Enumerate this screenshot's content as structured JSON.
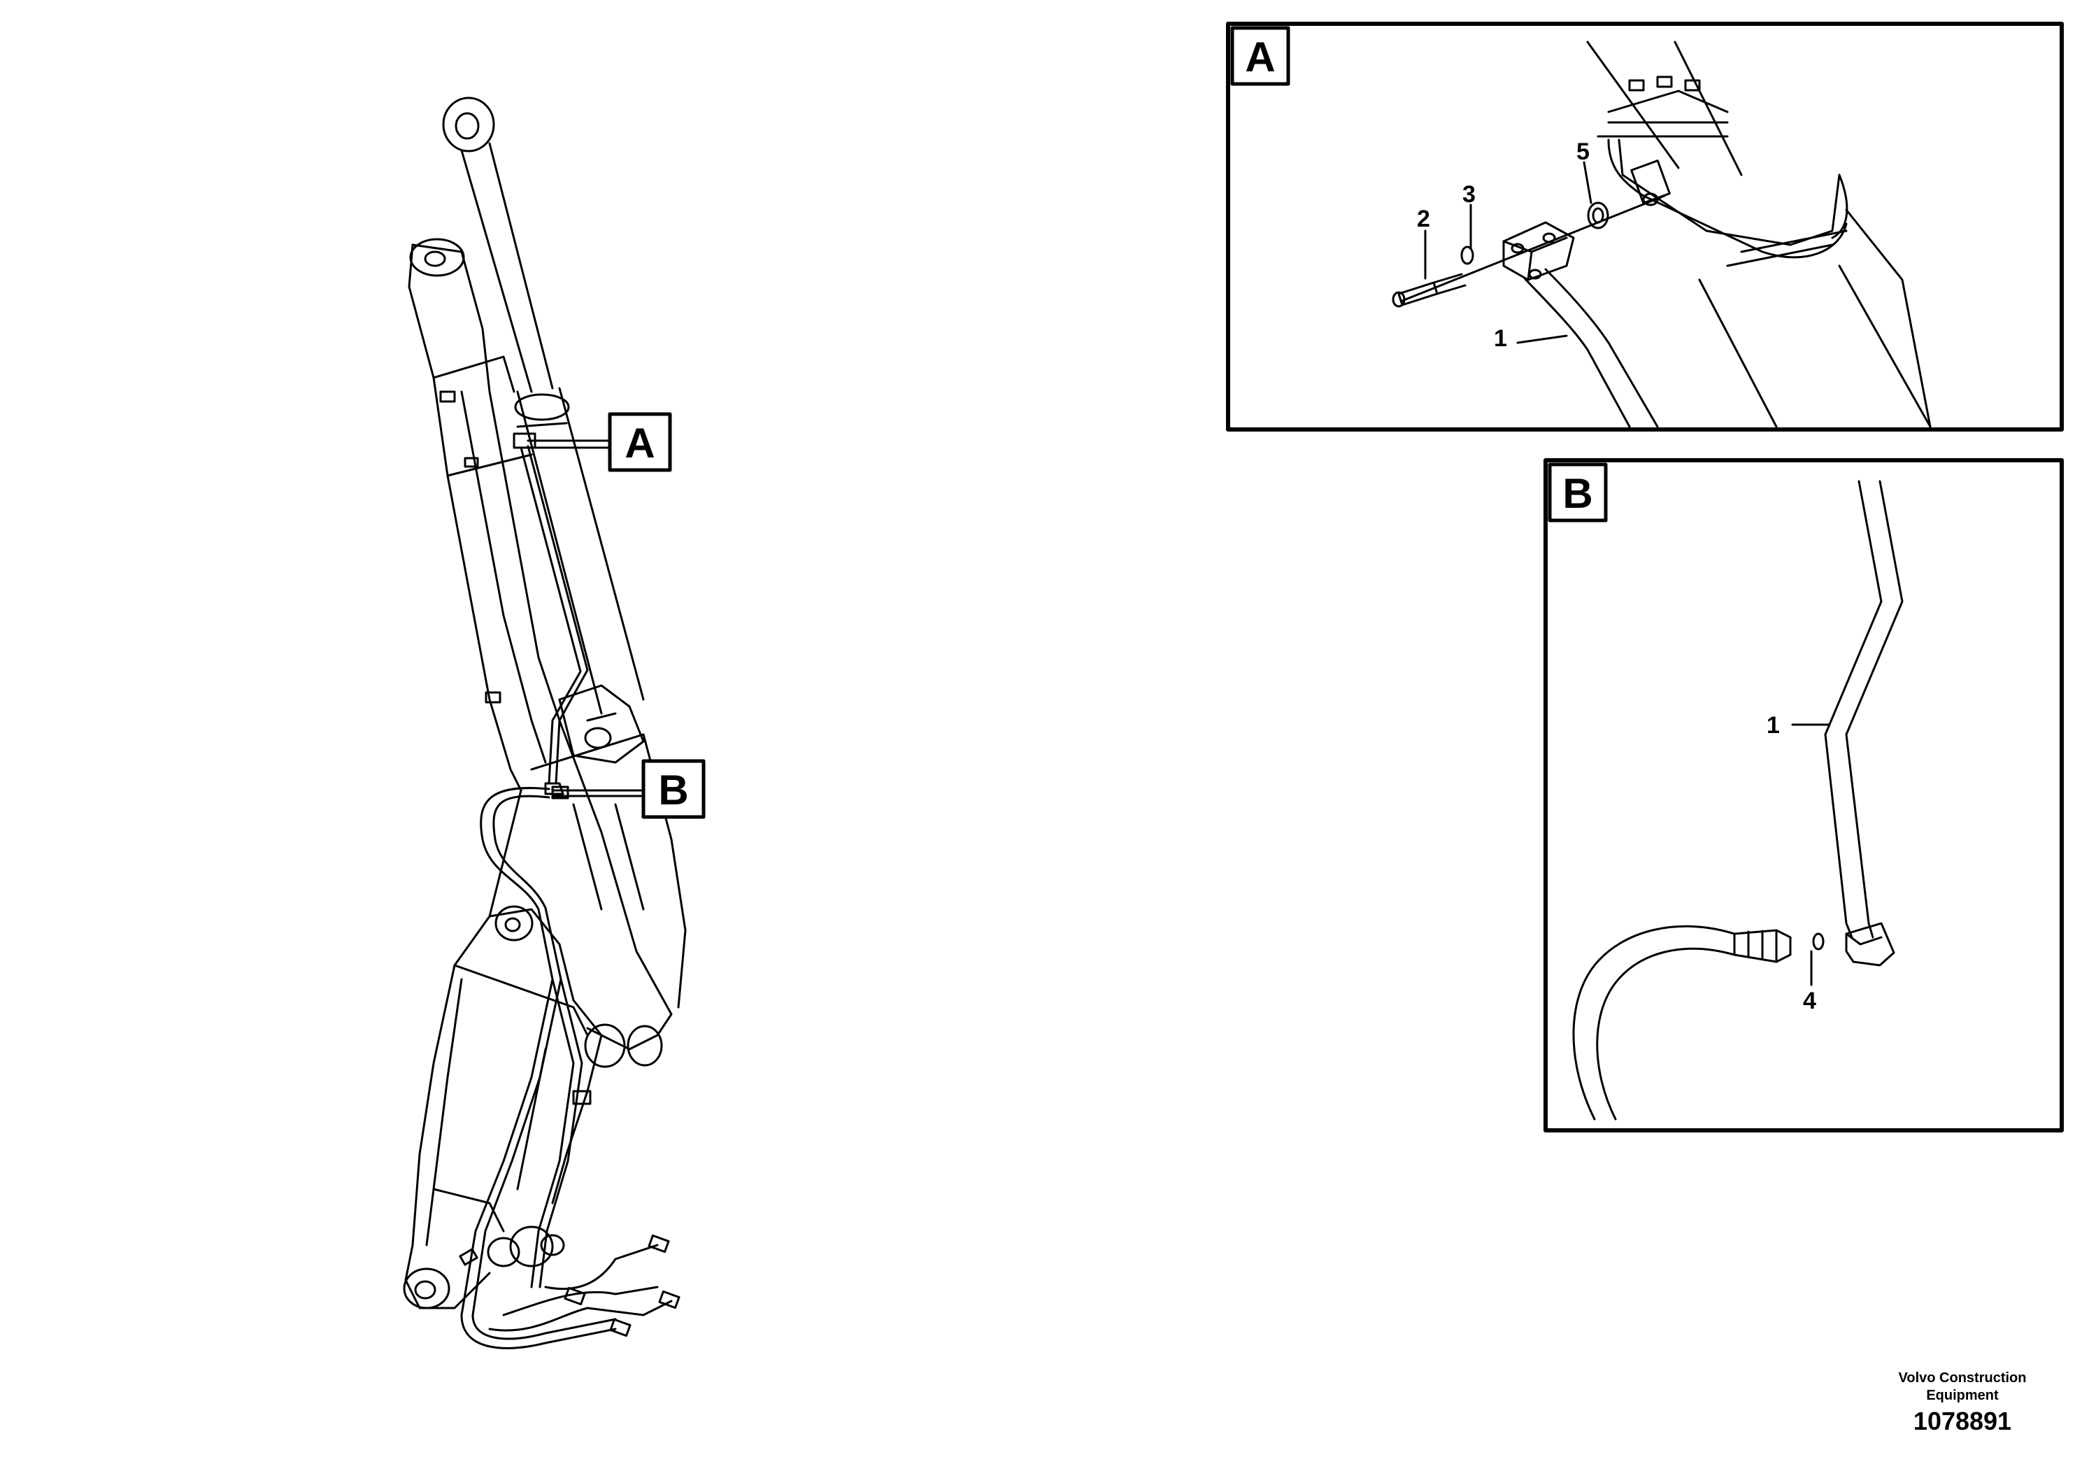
{
  "detail_a": {
    "label": "A"
  },
  "detail_b": {
    "label": "B"
  },
  "callouts": {
    "part_1a": "1",
    "part_2": "2",
    "part_3": "3",
    "part_5": "5",
    "part_1b": "1",
    "part_4": "4"
  },
  "footer": {
    "company_line1": "Volvo Construction",
    "company_line2": "Equipment",
    "drawing_number": "1078891"
  }
}
